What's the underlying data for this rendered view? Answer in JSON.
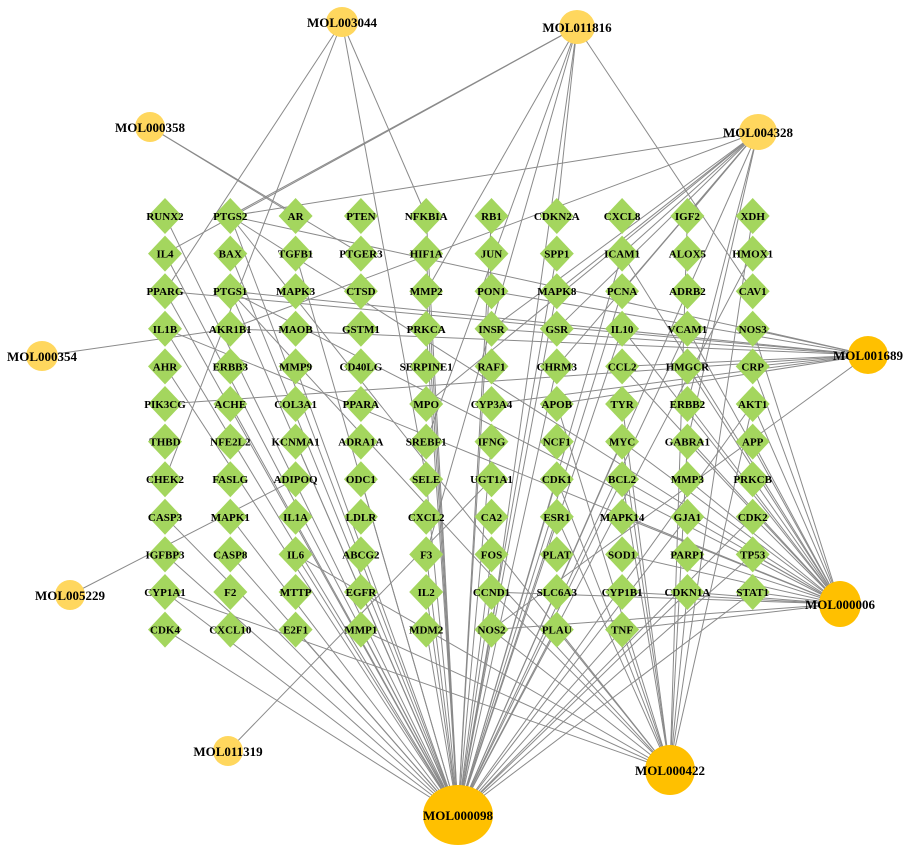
{
  "colors": {
    "target": "#a4d65e",
    "compound_small": "#ffd75e",
    "compound_large": "#ffc000",
    "edge": "#8a8a8a"
  },
  "targets": [
    [
      "RUNX2",
      "PTGS2",
      "AR",
      "PTEN",
      "NFKBIA",
      "RB1",
      "CDKN2A",
      "CXCL8",
      "IGF2",
      "XDH"
    ],
    [
      "IL4",
      "BAX",
      "TGFB1",
      "PTGER3",
      "HIF1A",
      "JUN",
      "SPP1",
      "ICAM1",
      "ALOX5",
      "HMOX1"
    ],
    [
      "PPARG",
      "PTGS1",
      "MAPK3",
      "CTSD",
      "MMP2",
      "PON1",
      "MAPK8",
      "PCNA",
      "ADRB2",
      "CAV1"
    ],
    [
      "IL1B",
      "AKR1B1",
      "MAOB",
      "GSTM1",
      "PRKCA",
      "INSR",
      "GSR",
      "IL10",
      "VCAM1",
      "NOS3"
    ],
    [
      "AHR",
      "ERBB3",
      "MMP9",
      "CD40LG",
      "SERPINE1",
      "RAF1",
      "CHRM3",
      "CCL2",
      "HMGCR",
      "CRP"
    ],
    [
      "PIK3CG",
      "ACHE",
      "COL3A1",
      "PPARA",
      "MPO",
      "CYP3A4",
      "APOB",
      "TYR",
      "ERBB2",
      "AKT1"
    ],
    [
      "THBD",
      "NFE2L2",
      "KCNMA1",
      "ADRA1A",
      "SREBF1",
      "IFNG",
      "NCF1",
      "MYC",
      "GABRA1",
      "APP"
    ],
    [
      "CHEK2",
      "FASLG",
      "ADIPOQ",
      "ODC1",
      "SELE",
      "UGT1A1",
      "CDK1",
      "BCL2",
      "MMP3",
      "PRKCB"
    ],
    [
      "CASP3",
      "MAPK1",
      "IL1A",
      "LDLR",
      "CXCL2",
      "CA2",
      "ESR1",
      "MAPK14",
      "GJA1",
      "CDK2"
    ],
    [
      "IGFBP3",
      "CASP8",
      "IL6",
      "ABCG2",
      "F3",
      "FOS",
      "PLAT",
      "SOD1",
      "PARP1",
      "TP53"
    ],
    [
      "CYP1A1",
      "F2",
      "MTTP",
      "EGFR",
      "IL2",
      "CCND1",
      "SLC6A3",
      "CYP1B1",
      "CDKN1A",
      "STAT1"
    ],
    [
      "CDK4",
      "CXCL10",
      "E2F1",
      "MMP1",
      "MDM2",
      "NOS2",
      "PLAU",
      "TNF"
    ]
  ],
  "compounds": [
    "MOL003044",
    "MOL011816",
    "MOL000358",
    "MOL004328",
    "MOL000354",
    "MOL001689",
    "MOL005229",
    "MOL000006",
    "MOL011319",
    "MOL000422",
    "MOL000098"
  ],
  "edges": {
    "MOL000098": [
      "PTGS2",
      "PTGS1",
      "BAX",
      "NOS2",
      "CASP3",
      "MAPK1",
      "IL6",
      "IL1B",
      "TNF",
      "JUN",
      "FOS",
      "MMP9",
      "MMP2",
      "PPARG",
      "CCND1",
      "MYC",
      "BCL2",
      "TP53",
      "EGFR",
      "AKT1",
      "ESR1",
      "ADRB2",
      "CHRM3",
      "PRKCA",
      "HIF1A",
      "VCAM1",
      "ICAM1",
      "SELE",
      "NFKBIA",
      "RB1",
      "IL10",
      "MAPK8",
      "CDK1",
      "CDK2",
      "CDK4",
      "E2F1",
      "MDM2",
      "CASP8",
      "STAT1",
      "PLAU",
      "F3",
      "IFNG",
      "TGFB1",
      "RUNX2",
      "IL4",
      "AHR",
      "ACHE",
      "KCNMA1",
      "ODC1",
      "IL2",
      "SPP1",
      "PCNA",
      "GJA1",
      "CYP1A1",
      "IGFBP3",
      "MMP1",
      "HMOX1",
      "CDKN1A"
    ],
    "MOL000006": [
      "PTGS2",
      "PTGS1",
      "NOS2",
      "BCL2",
      "TP53",
      "CDKN1A",
      "STAT1",
      "CYP1B1",
      "CCND1",
      "MMP3",
      "GABRA1",
      "ERBB2",
      "AKT1",
      "CRP",
      "NOS3",
      "VCAM1",
      "IL10",
      "CCL2",
      "APP",
      "PRKCB",
      "CDK2",
      "PARP1",
      "SOD1",
      "MAPK14",
      "HMGCR",
      "IL1B",
      "MYC",
      "TNF",
      "ICAM1"
    ],
    "MOL000422": [
      "PTGS2",
      "PTGS1",
      "NOS2",
      "CCND1",
      "CDK1",
      "BCL2",
      "TNF",
      "PLAU",
      "MYC",
      "CYP1A1",
      "IL6",
      "ESR1",
      "TYR",
      "XDH",
      "AKT1",
      "GABRA1",
      "MMP1",
      "CDKN1A",
      "APOB",
      "IGF2"
    ],
    "MOL001689": [
      "PTGS2",
      "PTGS1",
      "NOS2",
      "AKR1B1",
      "PPARG",
      "CRP",
      "APOB",
      "CYP3A4",
      "CCL2",
      "PON1",
      "INSR",
      "NOS3",
      "PIK3CG"
    ],
    "MOL004328": [
      "PTGS2",
      "ADRB2",
      "AKR1B1",
      "CHRM3",
      "GSR",
      "ICAM1",
      "PCNA",
      "INSR",
      "MAPK8",
      "IGF2",
      "ERBB2",
      "GABRA1",
      "MPO"
    ],
    "MOL011816": [
      "PTGS2",
      "CDKN2A",
      "IL4",
      "MMP2",
      "CAV1",
      "NOS2",
      "F3",
      "SREBF1"
    ],
    "MOL003044": [
      "NFKBIA",
      "PPARG",
      "CHEK2",
      "SELE"
    ],
    "MOL000358": [
      "AR",
      "PTGER3"
    ],
    "MOL000354": [
      "AKR1B1"
    ],
    "MOL005229": [
      "ADIPOQ"
    ],
    "MOL011319": [
      "UGT1A1"
    ]
  }
}
